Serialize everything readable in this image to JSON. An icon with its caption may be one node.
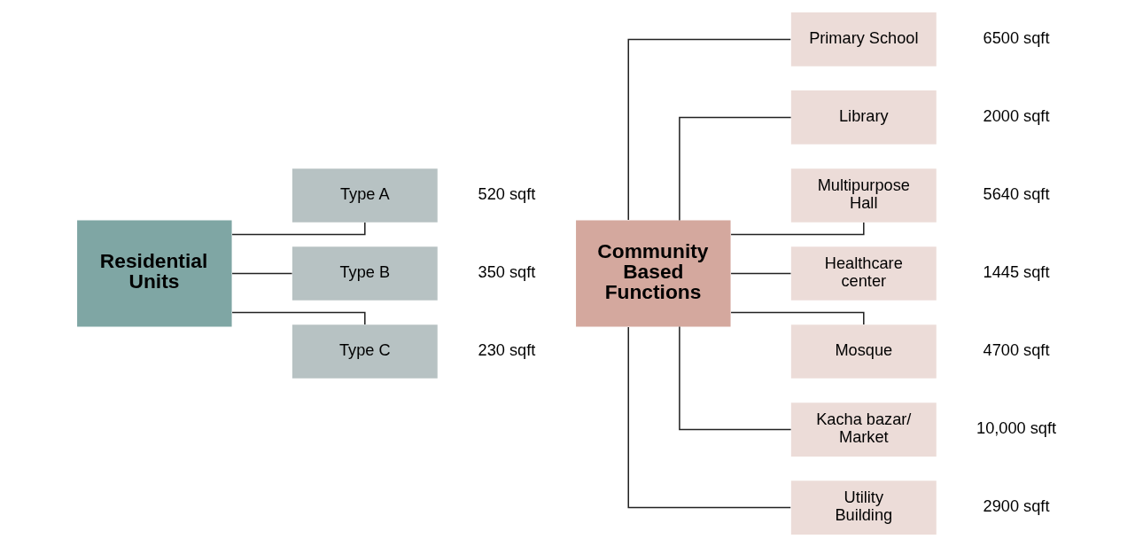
{
  "diagram": {
    "nodes": [
      {
        "text": [
          "Residential Units"
        ]
      },
      {
        "text": [
          "Type A"
        ],
        "beside": [
          "520 sqft"
        ]
      },
      {
        "text": [
          "Type B"
        ],
        "beside": [
          "350 sqft"
        ]
      },
      {
        "text": [
          "Type C"
        ],
        "beside": [
          "230 sqft"
        ]
      },
      {
        "text": [
          "Community Based Functions"
        ]
      },
      {
        "text": [
          "Primary School"
        ],
        "beside": [
          "6500 sqft"
        ]
      },
      {
        "text": [
          "Library"
        ],
        "beside": [
          "2000 sqft"
        ]
      },
      {
        "text": [
          "Multipurpose Hall"
        ],
        "beside": [
          "5640 sqft"
        ]
      },
      {
        "text": [
          "Healthcare center"
        ],
        "beside": [
          "1445 sqft"
        ]
      },
      {
        "text": [
          "Mosque"
        ],
        "beside": [
          "4700 sqft"
        ]
      },
      {
        "text": [
          "Kacha bazar/ Market"
        ],
        "beside": [
          "10,000 sqft"
        ]
      },
      {
        "text": [
          "Utility Building"
        ],
        "beside": [
          "2900 sqft"
        ]
      }
    ],
    "edges": [
      {
        "from": 0,
        "to": 1,
        "arrow": "none"
      },
      {
        "from": 0,
        "to": 2,
        "arrow": "none"
      },
      {
        "from": 0,
        "to": 3,
        "arrow": "none"
      },
      {
        "from": 4,
        "to": 5,
        "arrow": "none"
      },
      {
        "from": 4,
        "to": 6,
        "arrow": "none"
      },
      {
        "from": 4,
        "to": 7,
        "arrow": "none"
      },
      {
        "from": 4,
        "to": 8,
        "arrow": "none"
      },
      {
        "from": 4,
        "to": 9,
        "arrow": "none"
      },
      {
        "from": 4,
        "to": 10,
        "arrow": "none"
      },
      {
        "from": 4,
        "to": 11,
        "arrow": "none"
      }
    ]
  }
}
